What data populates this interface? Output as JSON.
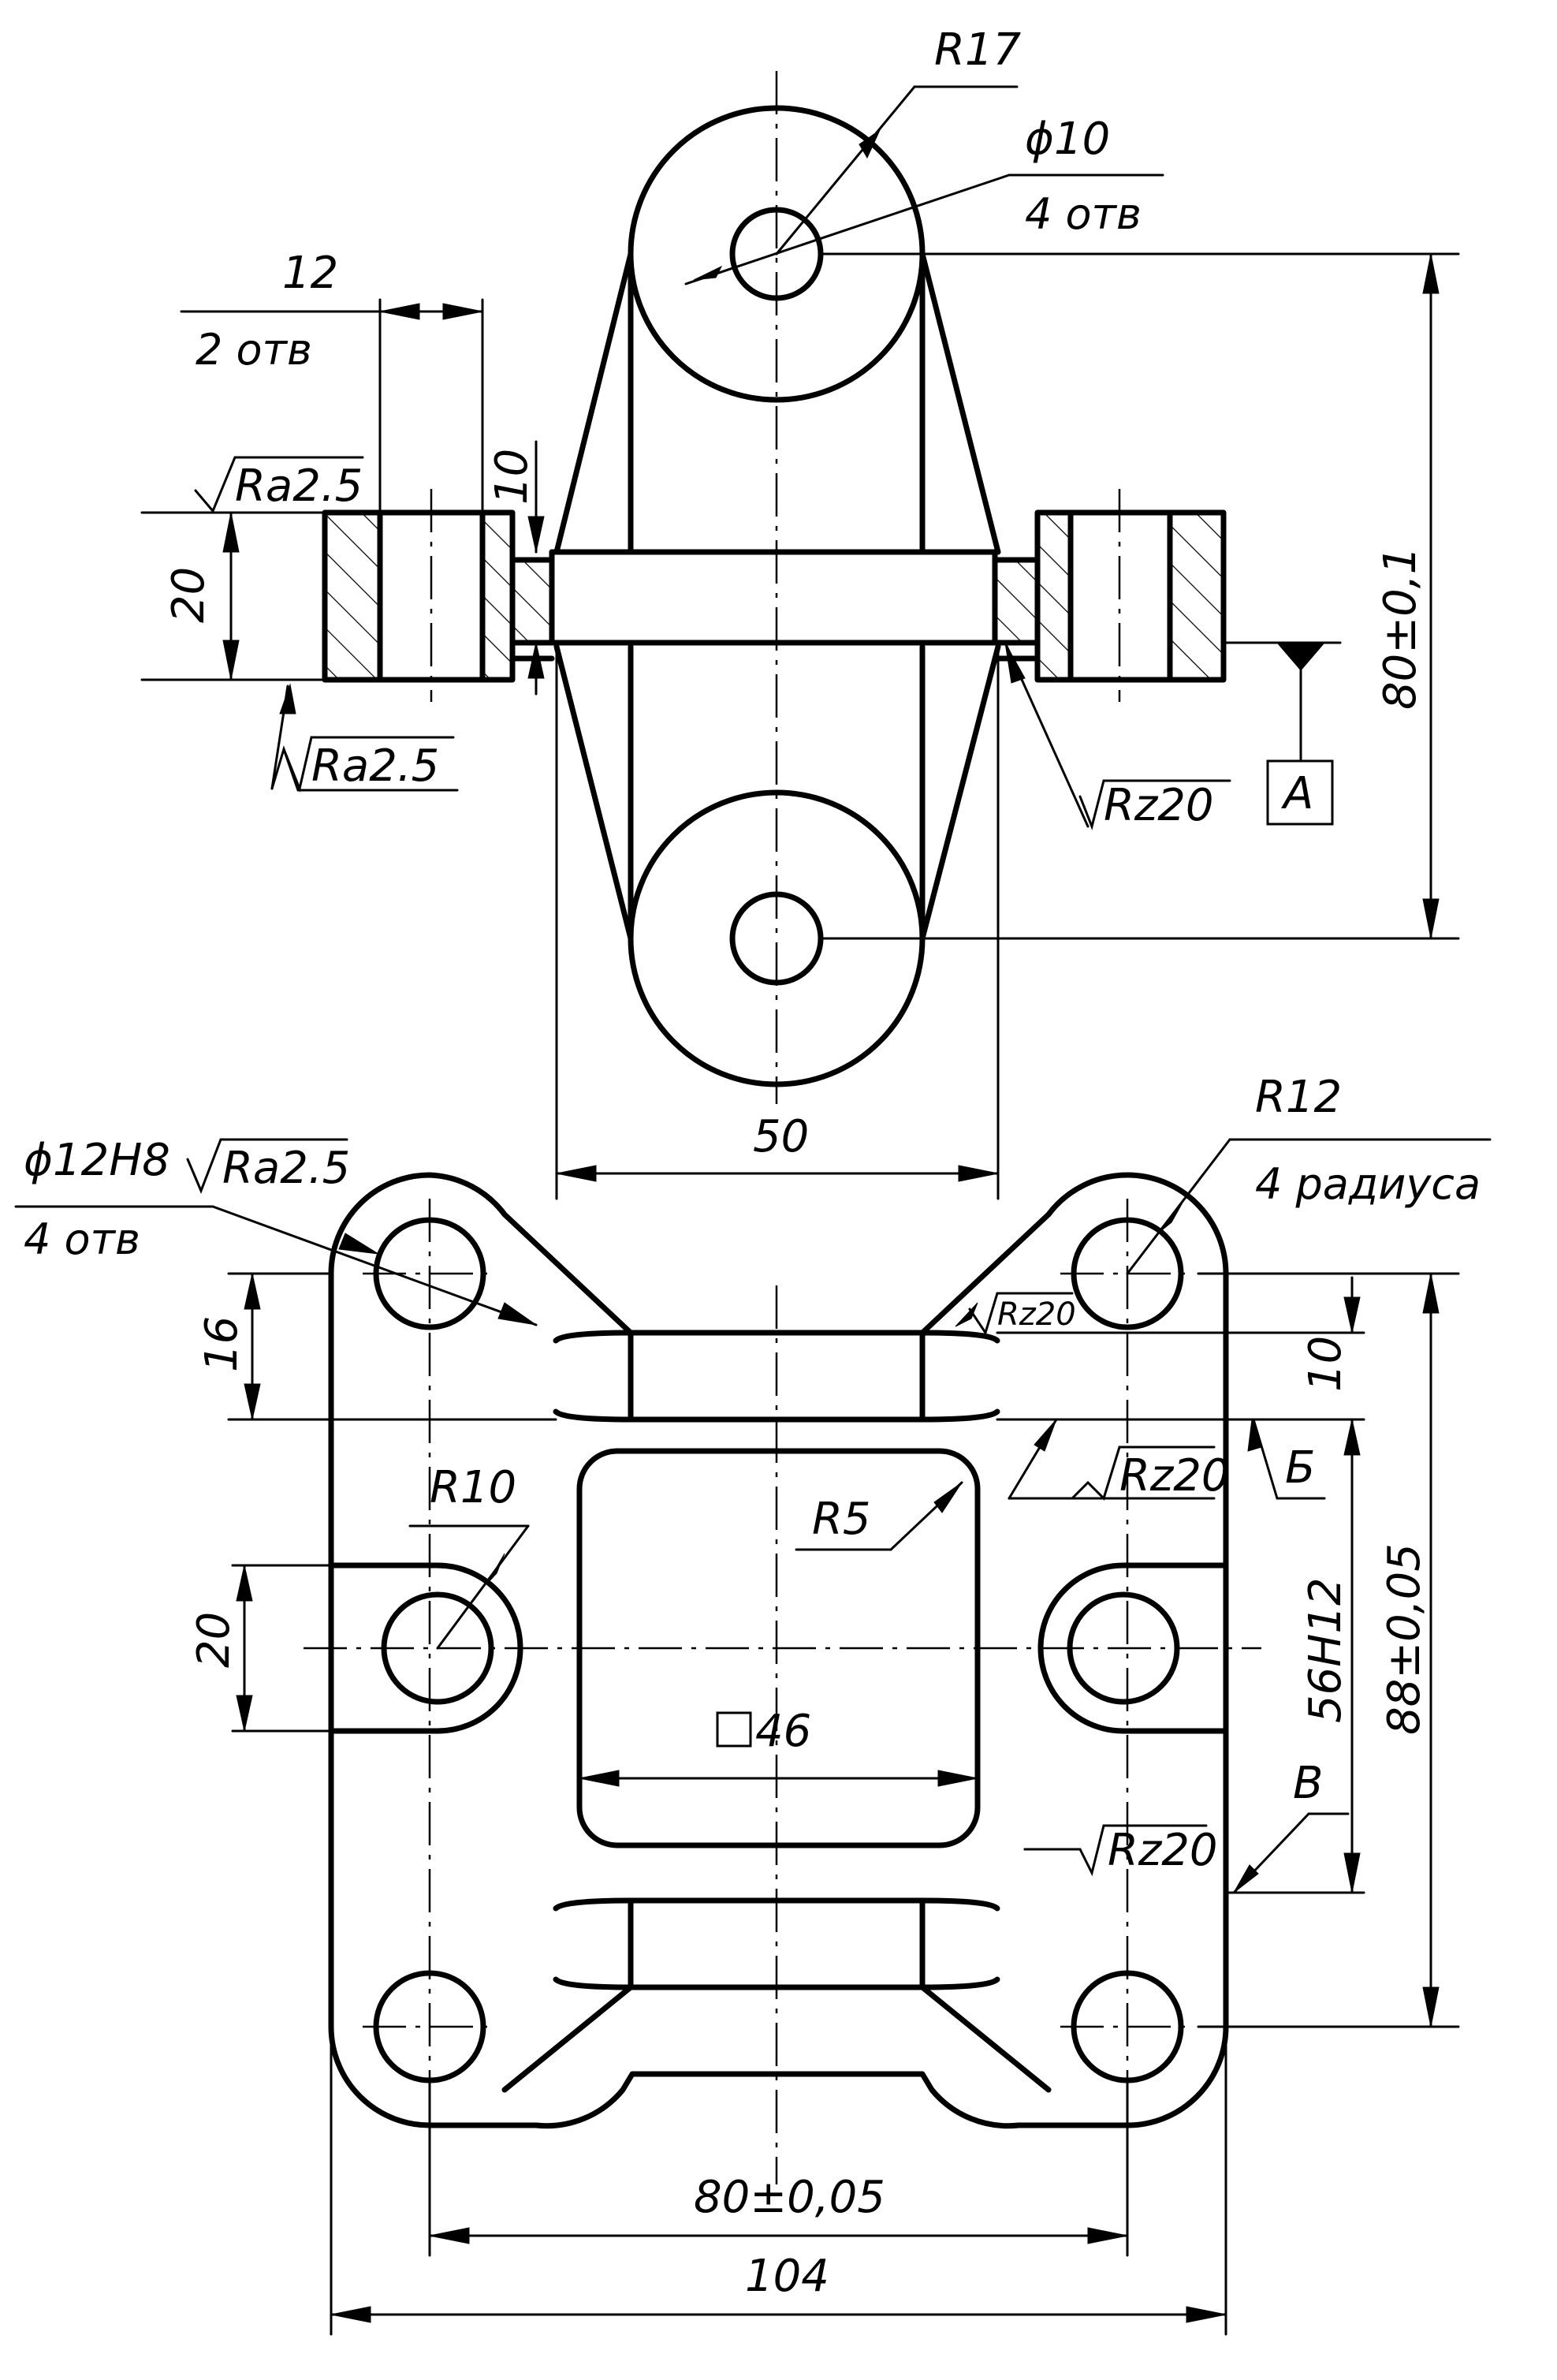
{
  "top_view": {
    "r17": "R17",
    "d10": "ϕ10",
    "holes4": "4 отв",
    "w12": "12",
    "holes2": "2 отв",
    "ra_top": "Ra2.5",
    "ra_bottom": "Ra2.5",
    "h10": "10",
    "h20": "20",
    "rz20": "Rz20",
    "datum_a": "A",
    "c80": "80±0,1",
    "w50": "50"
  },
  "bottom_view": {
    "d12": "ϕ12H8",
    "holes4": "4 отв",
    "ra": "Ra2.5",
    "r12": "R12",
    "radii4": "4 радиуса",
    "rz_small": "Rz20",
    "h16": "16",
    "h10": "10",
    "rz_b": "Rz20",
    "mark_b": "Б",
    "r10": "R10",
    "r5": "R5",
    "h20": "20",
    "sq46": "46",
    "h56": "56H12",
    "h88": "88±0,05",
    "mark_v": "В",
    "rz_v": "Rz20",
    "w80": "80±0,05",
    "w104": "104"
  }
}
